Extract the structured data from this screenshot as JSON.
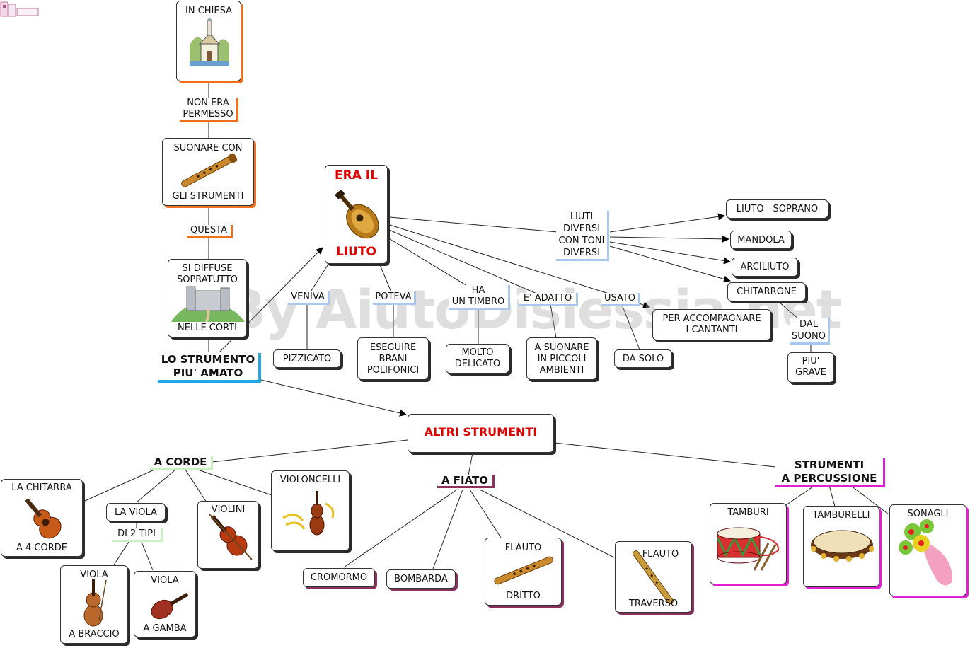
{
  "watermark": "By AiutoDislessia.net",
  "colors": {
    "orange": "#f0701e",
    "blue": "#a8c8f0",
    "green": "#c8f0c0",
    "plum": "#8a3060",
    "magenta": "#e020d0",
    "cyan": "#20a8e0",
    "red": "#e00000"
  },
  "nodes": {
    "in_chiesa": "IN CHIESA",
    "suonare_top": "SUONARE CON",
    "suonare_bottom": "GLI STRUMENTI",
    "diffuse_top": "SI DIFFUSE\nSOPRATUTTO",
    "diffuse_bottom": "NELLE CORTI",
    "era_il": "ERA IL",
    "liuto": "LIUTO",
    "pizzicato": "PIZZICATO",
    "eseguire": "ESEGUIRE\nBRANI\nPOLIFONICI",
    "molto_delicato": "MOLTO\nDELICATO",
    "a_suonare": "A SUONARE\nIN PICCOLI\nAMBIENTI",
    "da_solo": "DA SOLO",
    "per_accompagnare": "PER ACCOMPAGNARE\nI CANTANTI",
    "liuto_soprano": "LIUTO - SOPRANO",
    "mandola": "MANDOLA",
    "arciliuto": "ARCILIUTO",
    "chitarrone": "CHITARRONE",
    "piu_grave": "PIU'\nGRAVE",
    "altri_strumenti": "ALTRI STRUMENTI",
    "chitarra_top": "LA CHITARRA",
    "chitarra_bottom": "A 4 CORDE",
    "la_viola": "LA VIOLA",
    "violini": "VIOLINI",
    "violoncelli": "VIOLONCELLI",
    "viola_braccio_top": "VIOLA",
    "viola_braccio_bottom": "A BRACCIO",
    "viola_gamba_top": "VIOLA",
    "viola_gamba_bottom": "A GAMBA",
    "cromormo": "CROMORMO",
    "bombarda": "BOMBARDA",
    "flauto_dritto_top": "FLAUTO",
    "flauto_dritto_bottom": "DRITTO",
    "flauto_traverso_top": "FLAUTO",
    "flauto_traverso_bottom": "TRAVERSO",
    "tamburi": "TAMBURI",
    "tamburelli": "TAMBURELLI",
    "sonagli": "SONAGLI"
  },
  "labels": {
    "non_era": "NON ERA\nPERMESSO",
    "questa": "QUESTA",
    "strumento_amato": "LO STRUMENTO\nPIU' AMATO",
    "veniva": "VENIVA",
    "poteva": "POTEVA",
    "ha_timbro": "HA\nUN TIMBRO",
    "e_adatto": "E' ADATTO",
    "usato": "USATO",
    "liuti_diversi": "LIUTI\nDIVERSI\nCON TONI\nDIVERSI",
    "dal_suono": "DAL\nSUONO",
    "a_corde": "A CORDE",
    "di_2_tipi": "DI 2 TIPI",
    "a_fiato": "A FIATO",
    "percussione": "STRUMENTI\nA PERCUSSIONE"
  },
  "icons": [
    "church-icon",
    "recorder-icon",
    "castle-icon",
    "lute-icon",
    "guitar-icon",
    "viola-icon",
    "violin-icon",
    "cello-icon",
    "drum-icon",
    "tambourine-icon",
    "rattle-icon",
    "flute-icon",
    "logo-icon"
  ]
}
